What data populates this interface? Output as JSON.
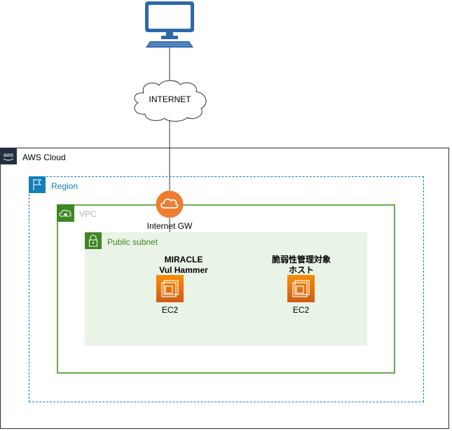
{
  "diagram": {
    "internet_label": "INTERNET",
    "aws_cloud_label": "AWS Cloud",
    "region_label": "Region",
    "vpc_label": "VPC",
    "subnet_label": "Public subnet",
    "igw_label": "Internet GW",
    "ec2_left": {
      "title_line1": "MIRACLE",
      "title_line2": "Vul Hammer",
      "label": "EC2"
    },
    "ec2_right": {
      "title_line1": "脆弱性管理対象",
      "title_line2": "ホスト",
      "label": "EC2"
    },
    "colors": {
      "aws_dark": "#232f3e",
      "region_blue": "#147eba",
      "vpc_green": "#3f8624",
      "subnet_bg": "#e9f3e6",
      "aws_orange": "#ed7100"
    }
  }
}
